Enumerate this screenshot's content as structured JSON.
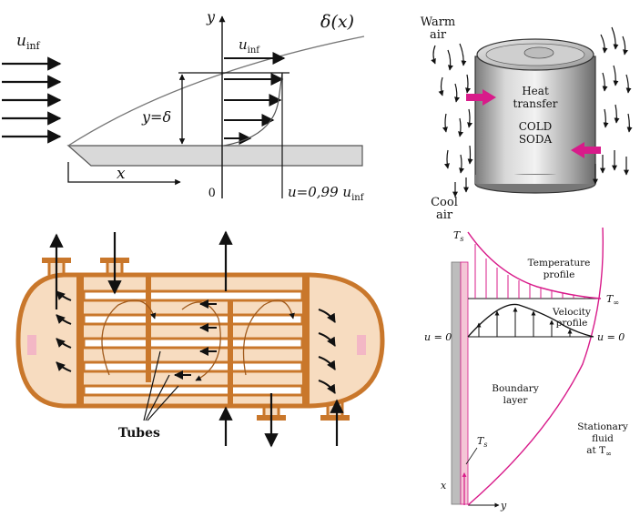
{
  "boundary_layer": {
    "u_inf_left": "u",
    "u_inf_left_sub": "inf",
    "u_inf_top": "u",
    "u_inf_top_sub": "inf",
    "y_axis": "y",
    "delta_label": "δ(x)",
    "y_eq_delta": "y=δ",
    "x_axis": "x",
    "origin": "0",
    "u_099": "u=0,99 u",
    "u_099_sub": "inf"
  },
  "soda_can": {
    "warm_air": [
      "Warm",
      "air"
    ],
    "heat_transfer": [
      "Heat",
      "transfer"
    ],
    "cold_soda": [
      "COLD",
      "SODA"
    ],
    "cool_air": [
      "Cool",
      "air"
    ]
  },
  "heat_exchanger": {
    "tubes_label": "Tubes"
  },
  "thermal_profile": {
    "ts_top": "T",
    "ts_top_sub": "s",
    "temperature_profile": [
      "Temperature",
      "profile"
    ],
    "t_inf_right": "T",
    "t_inf_right_sub": "∞",
    "velocity_profile": [
      "Velocity",
      "profile"
    ],
    "u_eq_0_left": "u = 0",
    "u_eq_0_right": "u = 0",
    "boundary_layer": [
      "Boundary",
      "layer"
    ],
    "stationary_fluid": [
      "Stationary",
      "fluid",
      "at T"
    ],
    "stationary_fluid_sub": "∞",
    "ts_wall": "T",
    "ts_wall_sub": "s",
    "x_axis": "x",
    "y_axis": "y"
  },
  "colors": {
    "magenta": "#d81b8a",
    "exchanger_orange": "#c9772b",
    "exchanger_fill": "#f7dcc0",
    "plate_gray": "#d9d9d9"
  }
}
